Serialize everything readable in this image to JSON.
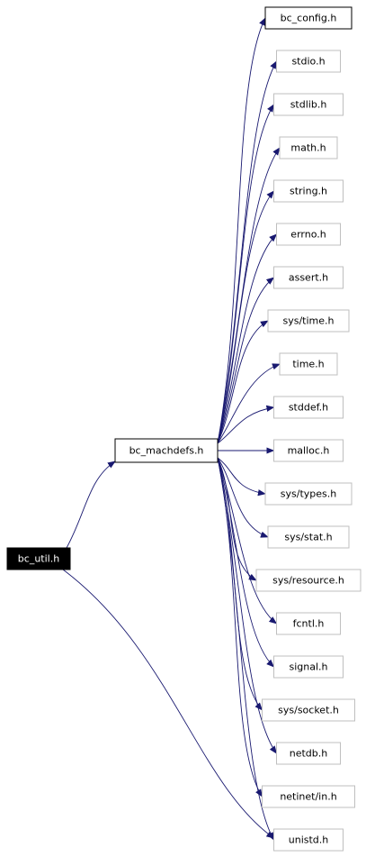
{
  "root": {
    "id": "bc_util",
    "label": "bc_util.h"
  },
  "hub": {
    "id": "bc_machdefs",
    "label": "bc_machdefs.h"
  },
  "headers": [
    {
      "id": "bc_config",
      "label": "bc_config.h",
      "emphasized": true
    },
    {
      "id": "stdio",
      "label": "stdio.h"
    },
    {
      "id": "stdlib",
      "label": "stdlib.h"
    },
    {
      "id": "math",
      "label": "math.h"
    },
    {
      "id": "string",
      "label": "string.h"
    },
    {
      "id": "errno",
      "label": "errno.h"
    },
    {
      "id": "assert",
      "label": "assert.h"
    },
    {
      "id": "sys_time",
      "label": "sys/time.h"
    },
    {
      "id": "time",
      "label": "time.h"
    },
    {
      "id": "stddef",
      "label": "stddef.h"
    },
    {
      "id": "malloc",
      "label": "malloc.h"
    },
    {
      "id": "sys_types",
      "label": "sys/types.h"
    },
    {
      "id": "sys_stat",
      "label": "sys/stat.h"
    },
    {
      "id": "sys_resource",
      "label": "sys/resource.h"
    },
    {
      "id": "fcntl",
      "label": "fcntl.h"
    },
    {
      "id": "signal",
      "label": "signal.h"
    },
    {
      "id": "sys_socket",
      "label": "sys/socket.h"
    },
    {
      "id": "netdb",
      "label": "netdb.h"
    },
    {
      "id": "netinet_in",
      "label": "netinet/in.h"
    },
    {
      "id": "unistd",
      "label": "unistd.h"
    }
  ],
  "edges": [
    {
      "from": "bc_util",
      "to": "bc_machdefs"
    },
    {
      "from": "bc_util",
      "to": "unistd"
    },
    {
      "from": "bc_machdefs",
      "to": "bc_config"
    },
    {
      "from": "bc_machdefs",
      "to": "stdio"
    },
    {
      "from": "bc_machdefs",
      "to": "stdlib"
    },
    {
      "from": "bc_machdefs",
      "to": "math"
    },
    {
      "from": "bc_machdefs",
      "to": "string"
    },
    {
      "from": "bc_machdefs",
      "to": "errno"
    },
    {
      "from": "bc_machdefs",
      "to": "assert"
    },
    {
      "from": "bc_machdefs",
      "to": "sys_time"
    },
    {
      "from": "bc_machdefs",
      "to": "time"
    },
    {
      "from": "bc_machdefs",
      "to": "stddef"
    },
    {
      "from": "bc_machdefs",
      "to": "malloc"
    },
    {
      "from": "bc_machdefs",
      "to": "sys_types"
    },
    {
      "from": "bc_machdefs",
      "to": "sys_stat"
    },
    {
      "from": "bc_machdefs",
      "to": "sys_resource"
    },
    {
      "from": "bc_machdefs",
      "to": "fcntl"
    },
    {
      "from": "bc_machdefs",
      "to": "signal"
    },
    {
      "from": "bc_machdefs",
      "to": "sys_socket"
    },
    {
      "from": "bc_machdefs",
      "to": "netdb"
    },
    {
      "from": "bc_machdefs",
      "to": "netinet_in"
    },
    {
      "from": "bc_machdefs",
      "to": "unistd"
    }
  ],
  "colors": {
    "edge": "#191970",
    "root_fill": "#000000",
    "root_text": "#ffffff",
    "hub_border": "#000000",
    "header_border": "#bfbfbf",
    "emphasized_border": "#000000",
    "text": "#000000",
    "background": "#ffffff"
  }
}
